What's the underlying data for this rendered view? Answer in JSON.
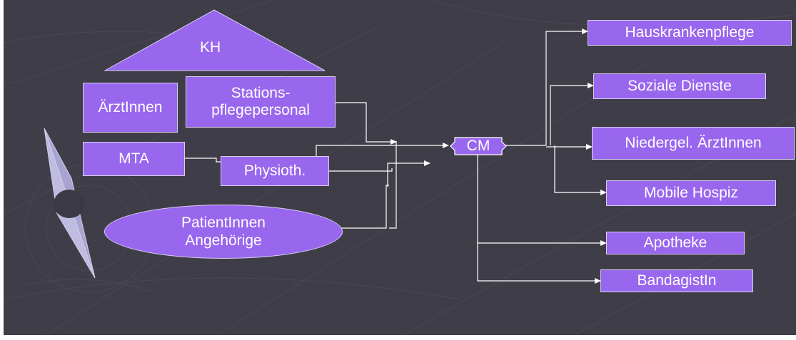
{
  "diagram": {
    "colors": {
      "slide_background": "#3f3e48",
      "node_fill": "#9966ee",
      "node_border": "#d8d0f0",
      "text": "#ffffff",
      "connector": "#ffffff"
    },
    "hospital_label": "KH",
    "nodes": {
      "aerztinnen": "ÄrztInnen",
      "stations_line1": "Stations-",
      "stations_line2": "pflegepersonal",
      "mta": "MTA",
      "physioth": "Physioth.",
      "patient_line1": "PatientInnen",
      "patient_line2": "Angehörige",
      "cm": "CM"
    },
    "targets": [
      "Hauskrankenpflege",
      "Soziale Dienste",
      "Niedergel. ÄrztInnen",
      "Mobile Hospiz",
      "Apotheke",
      "BandagistIn"
    ],
    "decoration": "compass-icon"
  }
}
